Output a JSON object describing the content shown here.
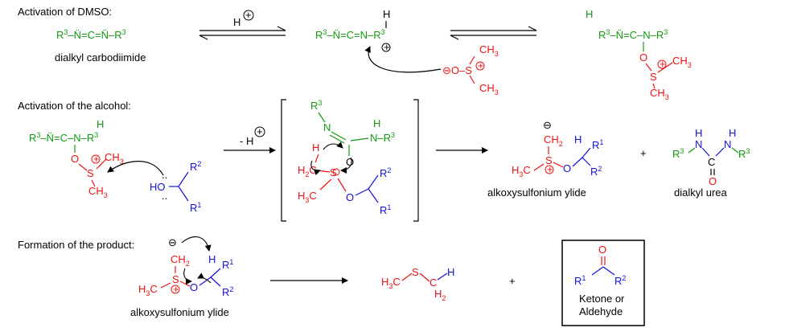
{
  "colors": {
    "carbodiimide": "#119911",
    "dmso": "#ee1111",
    "alcohol": "#1111dd",
    "text": "#000000"
  },
  "sections": {
    "dmso": "Activation of DMSO:",
    "alcohol": "Activation of the alcohol:",
    "product": "Formation of the product:"
  },
  "labels": {
    "carbodiimide": "dialkyl carbodiimide",
    "ylide_1": "alkoxysulfonium ylide",
    "urea": "dialkyl urea",
    "ylide_2": "alkoxysulfonium ylide",
    "box_line1": "Ketone or",
    "box_line2": "Aldehyde"
  },
  "reagents": {
    "proton": "H",
    "loss_proton": "- H",
    "plus": "+"
  }
}
